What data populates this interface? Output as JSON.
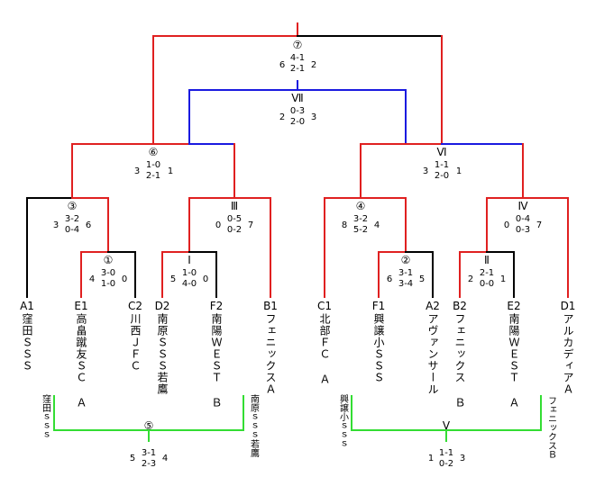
{
  "matches": {
    "m7": {
      "label": "⑦",
      "left": "6",
      "right": "2",
      "s1": "4-1",
      "s2": "2-1"
    },
    "mVII": {
      "label": "Ⅶ",
      "left": "2",
      "right": "3",
      "s1": "0-3",
      "s2": "2-0"
    },
    "m6": {
      "label": "⑥",
      "left": "3",
      "right": "1",
      "s1": "1-0",
      "s2": "2-1"
    },
    "mVI": {
      "label": "Ⅵ",
      "left": "3",
      "right": "1",
      "s1": "1-1",
      "s2": "2-0"
    },
    "m3": {
      "label": "③",
      "left": "3",
      "right": "6",
      "s1": "3-2",
      "s2": "0-4"
    },
    "mIII": {
      "label": "Ⅲ",
      "left": "0",
      "right": "7",
      "s1": "0-5",
      "s2": "0-2"
    },
    "m4": {
      "label": "④",
      "left": "8",
      "right": "4",
      "s1": "3-2",
      "s2": "5-2"
    },
    "mIV": {
      "label": "Ⅳ",
      "left": "0",
      "right": "7",
      "s1": "0-4",
      "s2": "0-3"
    },
    "m1": {
      "label": "①",
      "left": "4",
      "right": "0",
      "s1": "3-0",
      "s2": "1-0"
    },
    "mI": {
      "label": "Ⅰ",
      "left": "5",
      "right": "0",
      "s1": "1-0",
      "s2": "4-0"
    },
    "m2": {
      "label": "②",
      "left": "6",
      "right": "5",
      "s1": "3-1",
      "s2": "3-4"
    },
    "mII": {
      "label": "Ⅱ",
      "left": "2",
      "right": "1",
      "s1": "2-1",
      "s2": "0-0"
    },
    "m5": {
      "label": "⑤",
      "left": "5",
      "right": "4",
      "s1": "3-1",
      "s2": "2-3"
    },
    "mV": {
      "label": "Ⅴ",
      "left": "1",
      "right": "3",
      "s1": "1-1",
      "s2": "0-2"
    }
  },
  "teams": [
    {
      "code": "A1",
      "name": "窪田ＳＳＳ"
    },
    {
      "code": "E1",
      "name": "高畠蹴友ＳＣ Ａ"
    },
    {
      "code": "C2",
      "name": "川西ＪＦＣ"
    },
    {
      "code": "D2",
      "name": "南原ＳＳＳ若鷹"
    },
    {
      "code": "F2",
      "name": "南陽ＷＥＳＴ Ｂ"
    },
    {
      "code": "B1",
      "name": "フェニックスＡ"
    },
    {
      "code": "C1",
      "name": "北部ＦＣ Ａ"
    },
    {
      "code": "F1",
      "name": "興譲小ＳＳＳ"
    },
    {
      "code": "A2",
      "name": "アヴァンサール"
    },
    {
      "code": "B2",
      "name": "フェニックス Ｂ"
    },
    {
      "code": "E2",
      "name": "南陽ＷＥＳＴ Ａ"
    },
    {
      "code": "D1",
      "name": "アルカディアＡ"
    }
  ],
  "placement": {
    "p5_left": "窪田ｓｓｓ",
    "p5_right": "南原ｓｓｓ若鷹",
    "pV_left": "興譲小ｓｓｓ",
    "pV_right": "フェニックスＢ"
  }
}
